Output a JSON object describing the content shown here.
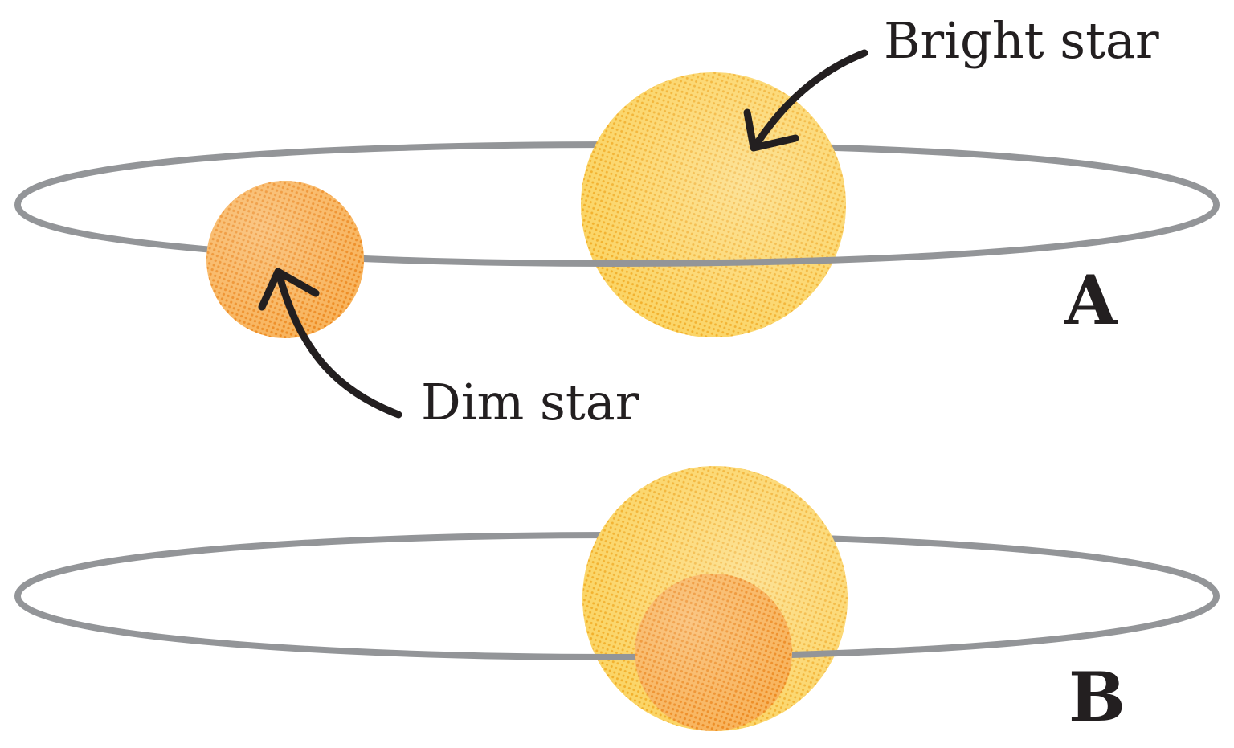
{
  "panels": {
    "a": {
      "letter": "A",
      "bright_label": "Bright star",
      "dim_label": "Dim star"
    },
    "b": {
      "letter": "B"
    }
  },
  "colors": {
    "orbit": "#939598",
    "bright_star": "#f9c844",
    "bright_star_dots": "#f2a91c",
    "dim_star": "#f7a948",
    "dim_star_dots": "#ef8a1e",
    "text": "#231f20"
  }
}
